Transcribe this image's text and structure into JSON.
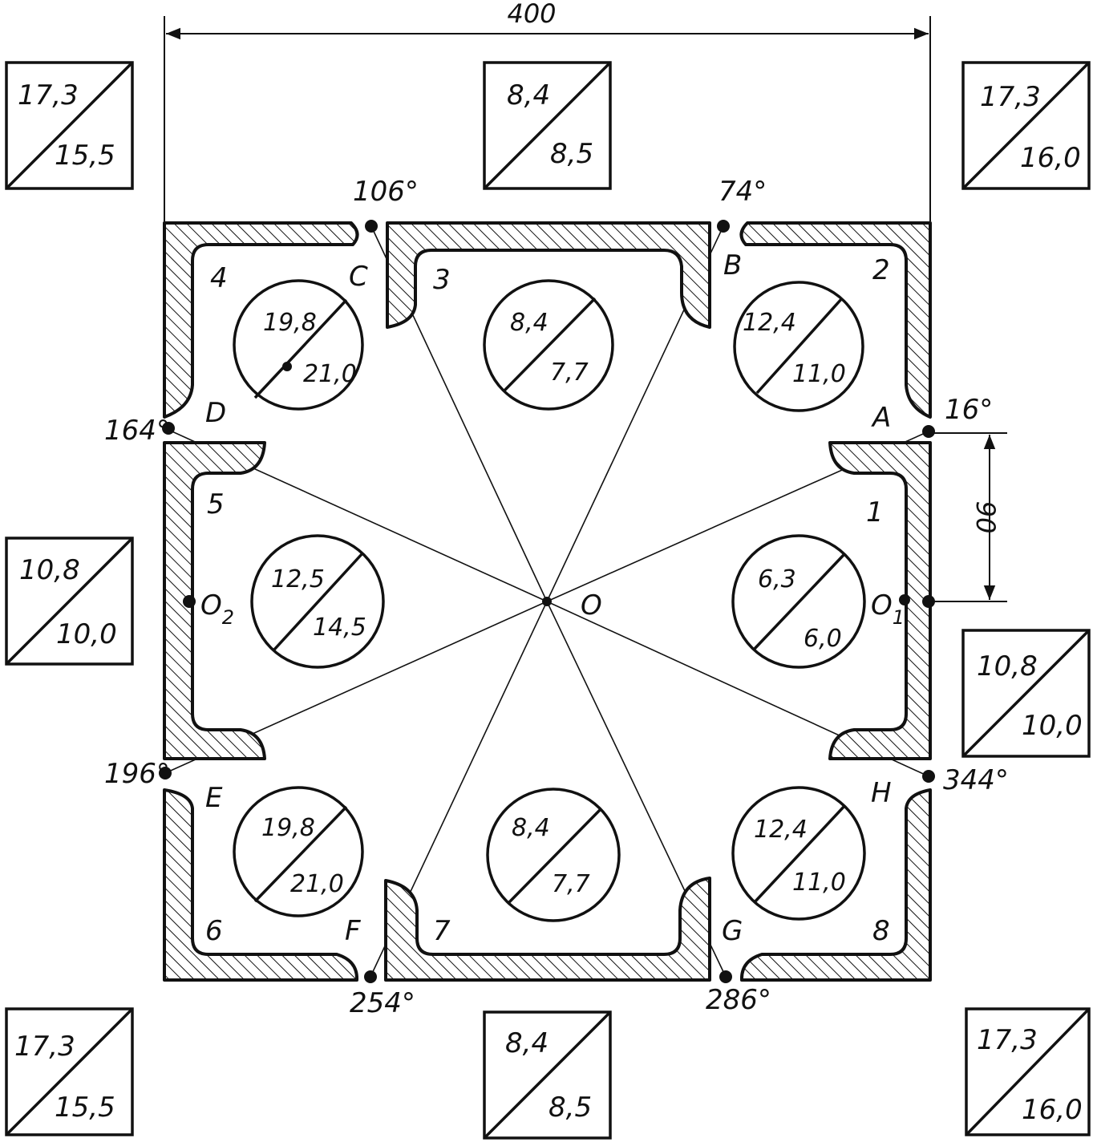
{
  "colors": {
    "ink": "#111111",
    "background": "#ffffff"
  },
  "dimensions": {
    "width_label": "400",
    "height_label": "90"
  },
  "angles": {
    "a16": "16°",
    "a74": "74°",
    "a106": "106°",
    "a164": "164°",
    "a196": "196°",
    "a254": "254°",
    "a286": "286°",
    "a344": "344°"
  },
  "points": {
    "A": "A",
    "B": "B",
    "C": "C",
    "D": "D",
    "E": "E",
    "F": "F",
    "G": "G",
    "H": "H",
    "O": "O",
    "O1": {
      "base": "O",
      "sub": "1"
    },
    "O2": {
      "base": "O",
      "sub": "2"
    }
  },
  "cell_numbers": [
    "1",
    "2",
    "3",
    "4",
    "5",
    "6",
    "7",
    "8"
  ],
  "circles": {
    "c4": {
      "top": "19,8",
      "bottom": "21,0"
    },
    "c3": {
      "top": "8,4",
      "bottom": "7,7"
    },
    "c2": {
      "top": "12,4",
      "bottom": "11,0"
    },
    "c5": {
      "top": "12,5",
      "bottom": "14,5"
    },
    "c1": {
      "top": "6,3",
      "bottom": "6,0"
    },
    "c6": {
      "top": "19,8",
      "bottom": "21,0"
    },
    "c7": {
      "top": "8,4",
      "bottom": "7,7"
    },
    "c8": {
      "top": "12,4",
      "bottom": "11,0"
    }
  },
  "boxes": {
    "top_left": {
      "top": "17,3",
      "bottom": "15,5"
    },
    "top_center": {
      "top": "8,4",
      "bottom": "8,5"
    },
    "top_right": {
      "top": "17,3",
      "bottom": "16,0"
    },
    "middle_left": {
      "top": "10,8",
      "bottom": "10,0"
    },
    "middle_right": {
      "top": "10,8",
      "bottom": "10,0"
    },
    "bottom_left": {
      "top": "17,3",
      "bottom": "15,5"
    },
    "bottom_center": {
      "top": "8,4",
      "bottom": "8,5"
    },
    "bottom_right": {
      "top": "17,3",
      "bottom": "16,0"
    }
  }
}
